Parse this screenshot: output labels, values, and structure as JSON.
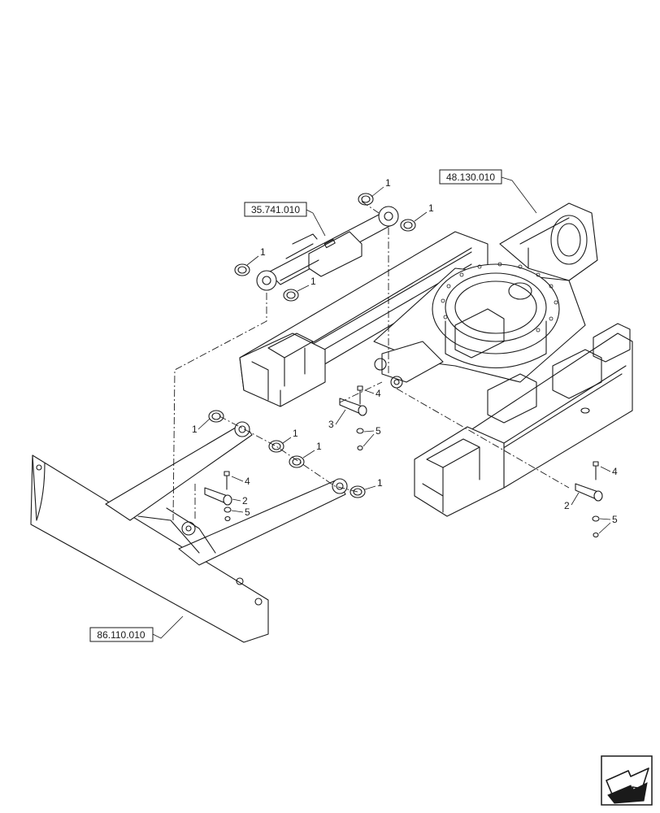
{
  "references": {
    "cylinder": "35.741.010",
    "frame": "48.130.010",
    "blade": "86.110.010"
  },
  "callouts": [
    "1",
    "2",
    "3",
    "4",
    "5"
  ],
  "nav_icon": "next-page-arrow-icon"
}
